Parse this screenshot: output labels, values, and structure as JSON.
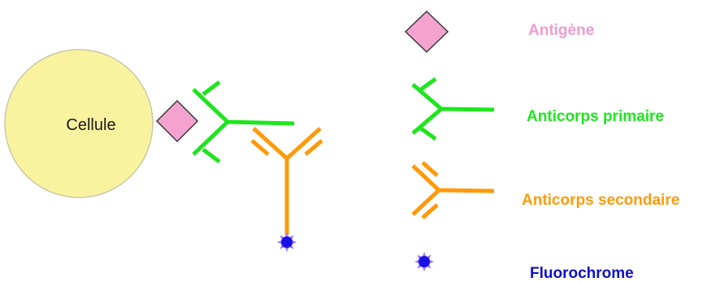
{
  "diagram": {
    "cell_label": "Cellule",
    "colors": {
      "cell_fill": "#f9f3a0",
      "cell_stroke": "#c8c8a8",
      "antigen_fill": "#f4a3cf",
      "antigen_stroke": "#3a3a3a",
      "primary": "#1ee61e",
      "secondary": "#ff9a0a",
      "fluorochrome": "#1a10e6",
      "fluorochrome_halo": "#9b7bff"
    }
  },
  "legend": {
    "antigen": {
      "label": "Antigène",
      "color": "#f49ad0",
      "icon": "pink-diamond"
    },
    "primary": {
      "label": "Anticorps primaire",
      "color": "#1ee61e",
      "icon": "green-antibody"
    },
    "secondary": {
      "label": "Anticorps secondaire",
      "color": "#ff9a0a",
      "icon": "orange-antibody"
    },
    "fluorochrome": {
      "label": "Fluorochrome",
      "color": "#1010c8",
      "icon": "blue-star"
    }
  }
}
